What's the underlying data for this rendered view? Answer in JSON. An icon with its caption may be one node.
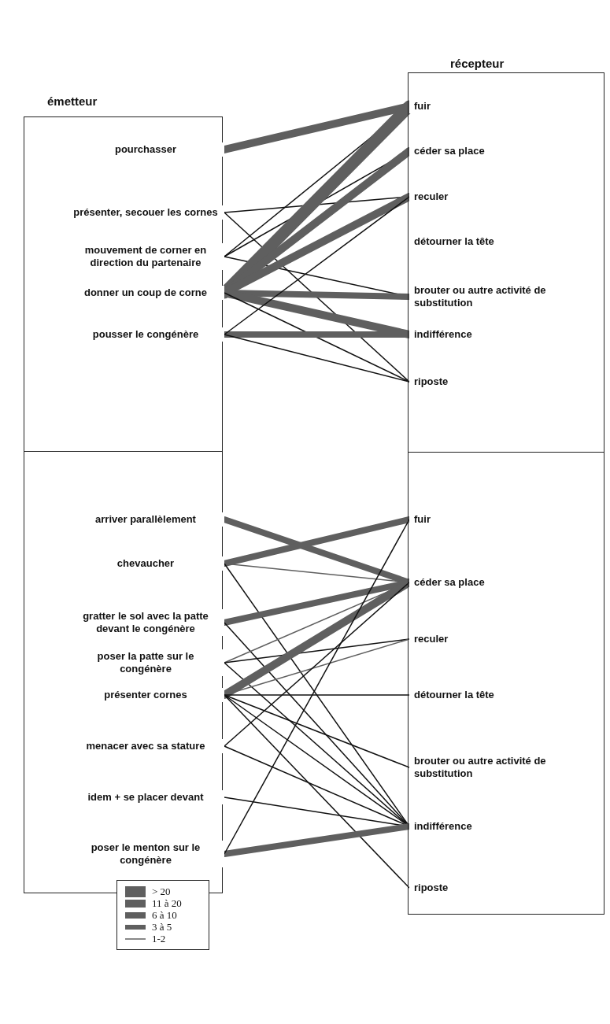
{
  "diagram": {
    "nodes": [
      {
        "text": [],
        "shape": "box"
      },
      {
        "text": [
          "pourchasser"
        ],
        "in": 0
      },
      {
        "text": [
          "présenter, secouer les cornes"
        ],
        "in": 0
      },
      {
        "text": [
          "mouvement de corner en direction du partenaire"
        ],
        "in": 0
      },
      {
        "text": [
          "donner un coup de corne"
        ],
        "in": 0
      },
      {
        "text": [
          "pousser le congénère"
        ],
        "in": 0
      },
      {
        "text": [],
        "shape": "box"
      },
      {
        "text": [
          "fuir"
        ],
        "in": 6
      },
      {
        "text": [
          "céder sa place"
        ],
        "in": 6
      },
      {
        "text": [
          "reculer"
        ],
        "in": 6
      },
      {
        "text": [
          "détourner la tête"
        ],
        "in": 6
      },
      {
        "text": [
          "brouter ou autre activité de substitution"
        ],
        "in": 6
      },
      {
        "text": [
          "indifférence"
        ],
        "in": 6
      },
      {
        "text": [
          "riposte"
        ],
        "in": 6
      },
      {
        "text": [],
        "shape": "box"
      },
      {
        "text": [
          "arriver parallèlement"
        ],
        "in": 14
      },
      {
        "text": [
          "chevaucher"
        ],
        "in": 14
      },
      {
        "text": [
          "gratter le sol avec la patte devant le congénère"
        ],
        "in": 14
      },
      {
        "text": [
          "poser la patte sur le congénère"
        ],
        "in": 14
      },
      {
        "text": [
          "présenter cornes"
        ],
        "in": 14
      },
      {
        "text": [
          "menacer avec sa stature"
        ],
        "in": 14
      },
      {
        "text": [
          "idem + se placer devant"
        ],
        "in": 14
      },
      {
        "text": [
          "poser le menton sur le congénère"
        ],
        "in": 14
      },
      {
        "text": [
          "fuir"
        ],
        "in": 6
      },
      {
        "text": [
          "céder sa place"
        ],
        "in": 6
      },
      {
        "text": [
          "reculer"
        ],
        "in": 6
      },
      {
        "text": [
          "détourner la tête"
        ],
        "in": 6
      },
      {
        "text": [
          "brouter ou autre activité de substitution"
        ],
        "in": 6
      },
      {
        "text": [
          "indifférence"
        ],
        "in": 6
      },
      {
        "text": [
          "riposte"
        ],
        "in": 6
      }
    ],
    "edges": [
      {
        "from": 1,
        "to": 7,
        "arrow": "none",
        "style": "thick",
        "color": "#5f5f5f"
      },
      {
        "from": 2,
        "to": 9,
        "arrow": "none"
      },
      {
        "from": 2,
        "to": 13,
        "arrow": "none"
      },
      {
        "from": 3,
        "to": 7,
        "arrow": "none"
      },
      {
        "from": 3,
        "to": 8,
        "arrow": "none"
      },
      {
        "from": 3,
        "to": 11,
        "arrow": "none"
      },
      {
        "from": 4,
        "to": 7,
        "arrow": "none",
        "style": "thick",
        "color": "#5f5f5f"
      },
      {
        "from": 4,
        "to": 8,
        "arrow": "none",
        "style": "thick",
        "color": "#5f5f5f"
      },
      {
        "from": 4,
        "to": 9,
        "arrow": "none",
        "style": "thick",
        "color": "#5f5f5f"
      },
      {
        "from": 4,
        "to": 11,
        "arrow": "none",
        "style": "thick",
        "color": "#5f5f5f"
      },
      {
        "from": 4,
        "to": 12,
        "arrow": "none",
        "style": "thick",
        "color": "#5f5f5f"
      },
      {
        "from": 4,
        "to": 13,
        "arrow": "none"
      },
      {
        "from": 5,
        "to": 12,
        "arrow": "none",
        "style": "thick",
        "color": "#5f5f5f"
      },
      {
        "from": 5,
        "to": 9,
        "arrow": "none"
      },
      {
        "from": 5,
        "to": 13,
        "arrow": "none"
      },
      {
        "from": 15,
        "to": 24,
        "arrow": "none",
        "style": "thick",
        "color": "#5f5f5f"
      },
      {
        "from": 16,
        "to": 23,
        "arrow": "none",
        "style": "thick",
        "color": "#5f5f5f"
      },
      {
        "from": 16,
        "to": 24,
        "arrow": "none",
        "color": "#5f5f5f"
      },
      {
        "from": 16,
        "to": 28,
        "arrow": "none"
      },
      {
        "from": 17,
        "to": 24,
        "arrow": "none",
        "style": "thick",
        "color": "#5f5f5f"
      },
      {
        "from": 17,
        "to": 28,
        "arrow": "none"
      },
      {
        "from": 18,
        "to": 24,
        "arrow": "none",
        "color": "#5f5f5f"
      },
      {
        "from": 18,
        "to": 25,
        "arrow": "none"
      },
      {
        "from": 18,
        "to": 28,
        "arrow": "none"
      },
      {
        "from": 19,
        "to": 24,
        "arrow": "none",
        "style": "thick",
        "color": "#5f5f5f"
      },
      {
        "from": 19,
        "to": 25,
        "arrow": "none",
        "color": "#5f5f5f"
      },
      {
        "from": 19,
        "to": 26,
        "arrow": "none"
      },
      {
        "from": 19,
        "to": 27,
        "arrow": "none"
      },
      {
        "from": 19,
        "to": 28,
        "arrow": "none"
      },
      {
        "from": 19,
        "to": 29,
        "arrow": "none"
      },
      {
        "from": 20,
        "to": 24,
        "arrow": "none"
      },
      {
        "from": 20,
        "to": 28,
        "arrow": "none"
      },
      {
        "from": 21,
        "to": 28,
        "arrow": "none"
      },
      {
        "from": 22,
        "to": 28,
        "arrow": "none",
        "style": "thick",
        "color": "#5f5f5f"
      },
      {
        "from": 22,
        "to": 23,
        "arrow": "none"
      }
    ],
    "labels": [
      "récepteur",
      "émetteur"
    ],
    "legend": [
      {
        "text": "> 20"
      },
      {
        "text": "11 à 20"
      },
      {
        "text": "6 à 10"
      },
      {
        "text": "3 à 5"
      },
      {
        "text": "1-2"
      }
    ]
  }
}
